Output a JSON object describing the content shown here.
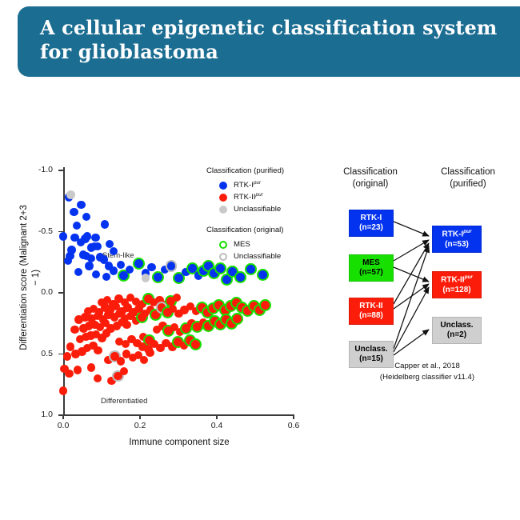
{
  "header": {
    "title": "A cellular epigenetic classification system for glioblastoma",
    "bg_color": "#1b6d92"
  },
  "scatter": {
    "annotation_top": "Stem-like",
    "annotation_bottom": "Differentiatied",
    "legend": {
      "group1_title": "Classification (purified)",
      "group1_items": [
        {
          "label": "RTK-I",
          "sup": "pur",
          "fill": "#0433f0",
          "ring": "none"
        },
        {
          "label": "RTK-II",
          "sup": "pur",
          "fill": "#fb1d0a",
          "ring": "none"
        },
        {
          "label": "Unclassifiable",
          "sup": "",
          "fill": "#c9c9c9",
          "ring": "none"
        }
      ],
      "group2_title": "Classification (original)",
      "group2_items": [
        {
          "label": "MES",
          "sup": "",
          "fill": "#ffffff",
          "ring": "#17e000"
        },
        {
          "label": "Unclassifiable",
          "sup": "",
          "fill": "#ffffff",
          "ring": "#bdbdbd"
        }
      ]
    }
  },
  "flow": {
    "left_header": "Classification (original)",
    "right_header": "Classification (purified)",
    "left_boxes": [
      {
        "label": "RTK-I",
        "n": "(n=23)",
        "bg": "#0433f0",
        "fg": "#ffffff"
      },
      {
        "label": "MES",
        "n": "(n=57)",
        "bg": "#17e000",
        "fg": "#000000"
      },
      {
        "label": "RTK-II",
        "n": "(n=88)",
        "bg": "#fb1d0a",
        "fg": "#ffffff"
      },
      {
        "label": "Unclass.",
        "n": "(n=15)",
        "bg": "#cfcfcf",
        "fg": "#000000"
      }
    ],
    "right_boxes": [
      {
        "label": "RTK-I",
        "sup": "pur",
        "n": "(n=53)",
        "bg": "#0433f0",
        "fg": "#ffffff"
      },
      {
        "label": "RTK-II",
        "sup": "pur",
        "n": "(n=128)",
        "bg": "#fb1d0a",
        "fg": "#ffffff"
      },
      {
        "label": "Unclass.",
        "sup": "",
        "n": "(n=2)",
        "bg": "#cfcfcf",
        "fg": "#000000"
      }
    ],
    "citation_line1": "Capper et al., 2018",
    "citation_line2": "(Heidelberg classifier v11.4)"
  },
  "chart_data": {
    "type": "scatter",
    "title": "",
    "xlabel": "Immune component size",
    "ylabel": "Differentiation score (Malignant 2+3 − 1)",
    "xlim": [
      0.0,
      0.6
    ],
    "ylim": [
      -1.0,
      1.0
    ],
    "y_inverted": true,
    "xticks": [
      0.0,
      0.2,
      0.4,
      0.6
    ],
    "xticklabels": [
      "0.0",
      "0.2",
      "0.4",
      "0.6"
    ],
    "yticks": [
      -1.0,
      -0.5,
      0.0,
      0.5,
      1.0
    ],
    "yticklabels": [
      "-1.0",
      "-0.5",
      "0.0",
      "0.5",
      "1.0"
    ],
    "grid": false,
    "legend_position": "upper right",
    "colors": {
      "rtk1_pur": "#0433f0",
      "rtk2_pur": "#fb1d0a",
      "unclassifiable": "#c9c9c9",
      "mes_ring": "#17e000",
      "unclass_ring": "#bdbdbd"
    },
    "series": [
      {
        "name": "RTK-I(pur)",
        "fill": "#0433f0",
        "points": [
          [
            0.015,
            -0.78
          ],
          [
            0.047,
            -0.72
          ],
          [
            0.028,
            -0.66
          ],
          [
            0.06,
            -0.62
          ],
          [
            0.035,
            -0.55
          ],
          [
            0.108,
            -0.56
          ],
          [
            0.0,
            -0.46
          ],
          [
            0.03,
            -0.45
          ],
          [
            0.057,
            -0.44
          ],
          [
            0.063,
            -0.46
          ],
          [
            0.084,
            -0.45
          ],
          [
            0.046,
            -0.41
          ],
          [
            0.073,
            -0.37
          ],
          [
            0.081,
            -0.38
          ],
          [
            0.09,
            -0.38
          ],
          [
            0.121,
            -0.4
          ],
          [
            0.022,
            -0.35
          ],
          [
            0.131,
            -0.34
          ],
          [
            0.018,
            -0.3
          ],
          [
            0.052,
            -0.31
          ],
          [
            0.061,
            -0.3
          ],
          [
            0.073,
            -0.28
          ],
          [
            0.096,
            -0.29
          ],
          [
            0.012,
            -0.26
          ],
          [
            0.106,
            -0.27
          ],
          [
            0.068,
            -0.22
          ],
          [
            0.119,
            -0.22
          ],
          [
            0.15,
            -0.23
          ],
          [
            0.131,
            -0.18
          ],
          [
            0.04,
            -0.17
          ],
          [
            0.086,
            -0.15
          ],
          [
            0.112,
            -0.13
          ],
          [
            0.158,
            -0.14
          ],
          [
            0.173,
            -0.19
          ],
          [
            0.196,
            -0.24
          ],
          [
            0.215,
            -0.16
          ],
          [
            0.23,
            -0.21
          ],
          [
            0.246,
            -0.13
          ],
          [
            0.264,
            -0.19
          ],
          [
            0.281,
            -0.22
          ],
          [
            0.3,
            -0.12
          ],
          [
            0.32,
            -0.17
          ],
          [
            0.336,
            -0.2
          ],
          [
            0.352,
            -0.14
          ],
          [
            0.366,
            -0.18
          ],
          [
            0.378,
            -0.22
          ],
          [
            0.392,
            -0.16
          ],
          [
            0.41,
            -0.2
          ],
          [
            0.425,
            -0.11
          ],
          [
            0.441,
            -0.17
          ],
          [
            0.462,
            -0.13
          ],
          [
            0.489,
            -0.19
          ],
          [
            0.52,
            -0.15
          ]
        ]
      },
      {
        "name": "RTK-II(pur)",
        "fill": "#fb1d0a",
        "points": [
          [
            0.0,
            0.8
          ],
          [
            0.003,
            0.62
          ],
          [
            0.016,
            0.66
          ],
          [
            0.038,
            0.63
          ],
          [
            0.073,
            0.61
          ],
          [
            0.01,
            0.52
          ],
          [
            0.032,
            0.5
          ],
          [
            0.049,
            0.48
          ],
          [
            0.019,
            0.44
          ],
          [
            0.062,
            0.45
          ],
          [
            0.078,
            0.43
          ],
          [
            0.091,
            0.47
          ],
          [
            0.044,
            0.38
          ],
          [
            0.059,
            0.36
          ],
          [
            0.072,
            0.35
          ],
          [
            0.085,
            0.34
          ],
          [
            0.101,
            0.37
          ],
          [
            0.113,
            0.33
          ],
          [
            0.03,
            0.3
          ],
          [
            0.053,
            0.29
          ],
          [
            0.067,
            0.27
          ],
          [
            0.082,
            0.26
          ],
          [
            0.096,
            0.28
          ],
          [
            0.11,
            0.25
          ],
          [
            0.124,
            0.29
          ],
          [
            0.139,
            0.27
          ],
          [
            0.152,
            0.24
          ],
          [
            0.166,
            0.26
          ],
          [
            0.041,
            0.22
          ],
          [
            0.057,
            0.2
          ],
          [
            0.074,
            0.21
          ],
          [
            0.089,
            0.19
          ],
          [
            0.104,
            0.22
          ],
          [
            0.118,
            0.18
          ],
          [
            0.133,
            0.2
          ],
          [
            0.147,
            0.17
          ],
          [
            0.161,
            0.21
          ],
          [
            0.176,
            0.19
          ],
          [
            0.19,
            0.23
          ],
          [
            0.205,
            0.2
          ],
          [
            0.064,
            0.15
          ],
          [
            0.079,
            0.13
          ],
          [
            0.094,
            0.16
          ],
          [
            0.109,
            0.12
          ],
          [
            0.123,
            0.14
          ],
          [
            0.138,
            0.11
          ],
          [
            0.153,
            0.15
          ],
          [
            0.168,
            0.12
          ],
          [
            0.182,
            0.16
          ],
          [
            0.197,
            0.13
          ],
          [
            0.212,
            0.17
          ],
          [
            0.227,
            0.14
          ],
          [
            0.241,
            0.18
          ],
          [
            0.1,
            0.08
          ],
          [
            0.115,
            0.06
          ],
          [
            0.13,
            0.09
          ],
          [
            0.145,
            0.05
          ],
          [
            0.16,
            0.08
          ],
          [
            0.175,
            0.04
          ],
          [
            0.19,
            0.07
          ],
          [
            0.206,
            0.09
          ],
          [
            0.221,
            0.05
          ],
          [
            0.236,
            0.08
          ],
          [
            0.251,
            0.06
          ],
          [
            0.266,
            0.1
          ],
          [
            0.281,
            0.07
          ],
          [
            0.296,
            0.04
          ],
          [
            0.146,
            0.4
          ],
          [
            0.162,
            0.42
          ],
          [
            0.178,
            0.38
          ],
          [
            0.193,
            0.41
          ],
          [
            0.208,
            0.36
          ],
          [
            0.224,
            0.39
          ],
          [
            0.118,
            0.55
          ],
          [
            0.134,
            0.52
          ],
          [
            0.15,
            0.56
          ],
          [
            0.165,
            0.5
          ],
          [
            0.181,
            0.53
          ],
          [
            0.196,
            0.51
          ],
          [
            0.211,
            0.55
          ],
          [
            0.226,
            0.49
          ],
          [
            0.09,
            0.7
          ],
          [
            0.126,
            0.72
          ],
          [
            0.143,
            0.68
          ],
          [
            0.158,
            0.64
          ],
          [
            0.256,
            0.12
          ],
          [
            0.271,
            0.16
          ],
          [
            0.286,
            0.13
          ],
          [
            0.301,
            0.17
          ],
          [
            0.316,
            0.14
          ],
          [
            0.331,
            0.11
          ],
          [
            0.346,
            0.15
          ],
          [
            0.361,
            0.12
          ],
          [
            0.376,
            0.16
          ],
          [
            0.391,
            0.13
          ],
          [
            0.406,
            0.1
          ],
          [
            0.421,
            0.14
          ],
          [
            0.436,
            0.11
          ],
          [
            0.451,
            0.08
          ],
          [
            0.466,
            0.12
          ],
          [
            0.244,
            0.3
          ],
          [
            0.259,
            0.27
          ],
          [
            0.274,
            0.31
          ],
          [
            0.289,
            0.28
          ],
          [
            0.304,
            0.32
          ],
          [
            0.319,
            0.29
          ],
          [
            0.334,
            0.25
          ],
          [
            0.349,
            0.28
          ],
          [
            0.364,
            0.24
          ],
          [
            0.379,
            0.27
          ],
          [
            0.394,
            0.23
          ],
          [
            0.409,
            0.26
          ],
          [
            0.424,
            0.22
          ],
          [
            0.439,
            0.25
          ],
          [
            0.454,
            0.21
          ],
          [
            0.206,
            0.44
          ],
          [
            0.222,
            0.46
          ],
          [
            0.238,
            0.42
          ],
          [
            0.253,
            0.45
          ],
          [
            0.268,
            0.41
          ],
          [
            0.284,
            0.44
          ],
          [
            0.299,
            0.4
          ],
          [
            0.315,
            0.43
          ],
          [
            0.33,
            0.39
          ],
          [
            0.345,
            0.42
          ],
          [
            0.481,
            0.15
          ],
          [
            0.496,
            0.11
          ],
          [
            0.511,
            0.14
          ],
          [
            0.527,
            0.1
          ]
        ]
      },
      {
        "name": "Unclassifiable(pur)",
        "fill": "#c9c9c9",
        "points": [
          [
            0.02,
            -0.8
          ],
          [
            0.214,
            -0.12
          ]
        ]
      }
    ],
    "overlay_rings": {
      "MES": {
        "color": "#17e000",
        "description": "green ring marks points originally classified MES"
      },
      "Unclassifiable": {
        "color": "#bdbdbd",
        "description": "grey ring marks points originally unclassifiable"
      }
    }
  }
}
